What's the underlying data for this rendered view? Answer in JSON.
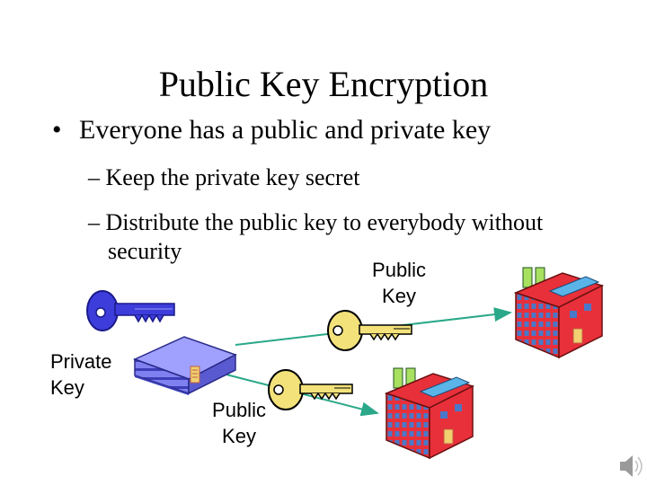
{
  "slide": {
    "title": "Public Key Encryption",
    "bullet": {
      "marker": "•",
      "text": "Everyone has a public and private key"
    },
    "subbullets": [
      {
        "marker": "–",
        "text": "Keep the private key secret"
      },
      {
        "marker": "–",
        "line1": "Distribute the public key to everybody without",
        "line2": "security"
      }
    ]
  },
  "diagram": {
    "labels": {
      "public_key_top": {
        "line1": "Public",
        "line2": "Key"
      },
      "private_key": {
        "line1": "Private",
        "line2": "Key"
      },
      "public_key_bottom": {
        "line1": "Public",
        "line2": "Key"
      }
    },
    "colors": {
      "private_key": "#3d3ddc",
      "public_key": "#f3e27a",
      "arrow": "#2aa889",
      "factory_red": "#e8303a",
      "factory_blue": "#5ab4e8",
      "building_purple": "#6b6be0"
    },
    "icons": [
      "private-key-icon",
      "server-building-icon",
      "public-key-icon",
      "factory-icon",
      "speaker-icon"
    ]
  }
}
